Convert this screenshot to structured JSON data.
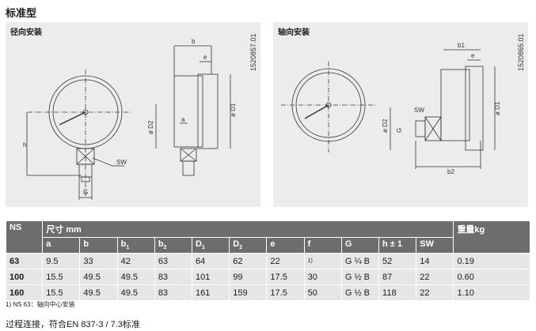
{
  "title": "标准型",
  "panels": [
    {
      "label": "径向安装",
      "code": "1520857.01",
      "dims": {
        "b": "b",
        "e": "e",
        "a": "a",
        "h": "h",
        "sw": "SW",
        "g": "G",
        "d1": "ø D1",
        "d2": "ø D2"
      }
    },
    {
      "label": "轴向安装",
      "code": "1520865.01",
      "dims": {
        "b1": "b1",
        "b2": "b2",
        "e": "e",
        "sw": "SW",
        "g": "G",
        "d1": "ø D1",
        "d2": "ø D2"
      }
    }
  ],
  "table": {
    "ns_header": "NS",
    "dims_header": "尺寸 mm",
    "weight_header": "重量kg",
    "columns": [
      {
        "t": "a"
      },
      {
        "t": "b"
      },
      {
        "t": "b",
        "s": "1"
      },
      {
        "t": "b",
        "s": "2"
      },
      {
        "t": "D",
        "s": "1"
      },
      {
        "t": "D",
        "s": "2"
      },
      {
        "t": "e"
      },
      {
        "t": "f"
      },
      {
        "t": "G"
      },
      {
        "t": "h ± 1"
      },
      {
        "t": "SW"
      }
    ],
    "rows": [
      {
        "ns": "63",
        "v": [
          "9.5",
          "33",
          "42",
          "63",
          "64",
          "62",
          "22",
          "1)",
          "G ¼ B",
          "52",
          "14"
        ],
        "kg": "0.19"
      },
      {
        "ns": "100",
        "v": [
          "15.5",
          "49.5",
          "49.5",
          "83",
          "101",
          "99",
          "17.5",
          "30",
          "G ½ B",
          "87",
          "22"
        ],
        "kg": "0.60"
      },
      {
        "ns": "160",
        "v": [
          "15.5",
          "49.5",
          "49.5",
          "83",
          "161",
          "159",
          "17.5",
          "50",
          "G ½ B",
          "118",
          "22"
        ],
        "kg": "1.10"
      }
    ]
  },
  "footnote": "1) NS 63：轴向中心安装",
  "standard": "过程连接，符合EN 837-3 / 7.3标准"
}
